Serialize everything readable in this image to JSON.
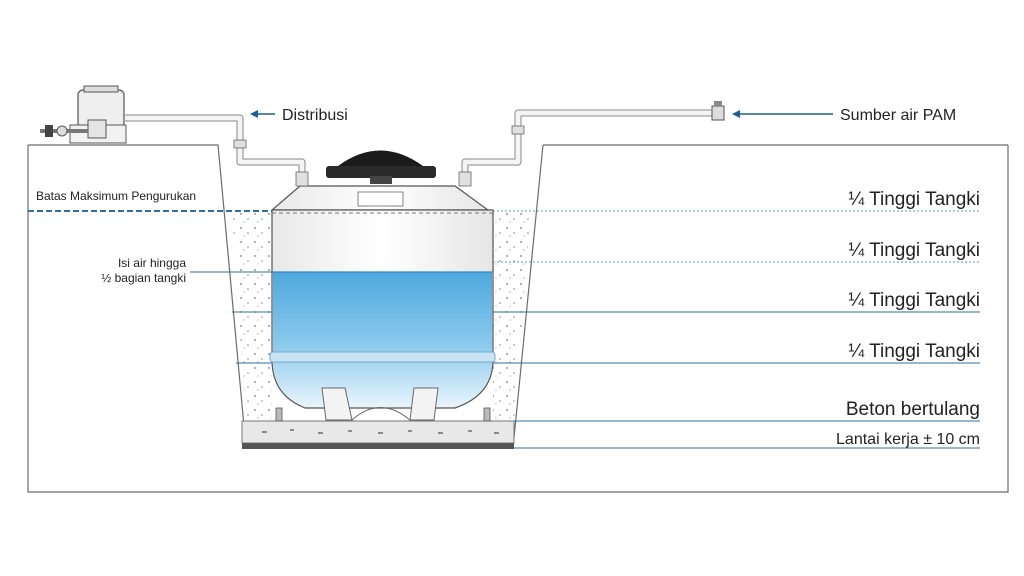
{
  "labels": {
    "distribusi": "Distribusi",
    "sumber_air": "Sumber air PAM",
    "batas_maksimum": "Batas Maksimum Pengurukan",
    "isi_air_line1": "Isi air hingga",
    "isi_air_line2": "½ bagian tangki",
    "quarter_1": "¼ Tinggi Tangki",
    "quarter_2": "¼ Tinggi Tangki",
    "quarter_3": "¼ Tinggi Tangki",
    "quarter_4": "¼ Tinggi Tangki",
    "beton": "Beton bertulang",
    "lantai": "Lantai kerja ± 10 cm"
  },
  "colors": {
    "water": "#5fb2e2",
    "water_light": "#a9d7f1",
    "leader_line": "#2f6f9e",
    "arrow": "#1d5f95",
    "tank_outline": "#555555",
    "lid": "#1b1b1b",
    "ground_outline": "#6b6b6b",
    "slab": "#e6e6e6",
    "slab_base": "#555555"
  },
  "icons": {
    "pump": "pump-icon",
    "valve": "valve-icon",
    "arrow": "arrow-left-icon"
  },
  "levels": {
    "water_fill_fraction": 0.5
  }
}
